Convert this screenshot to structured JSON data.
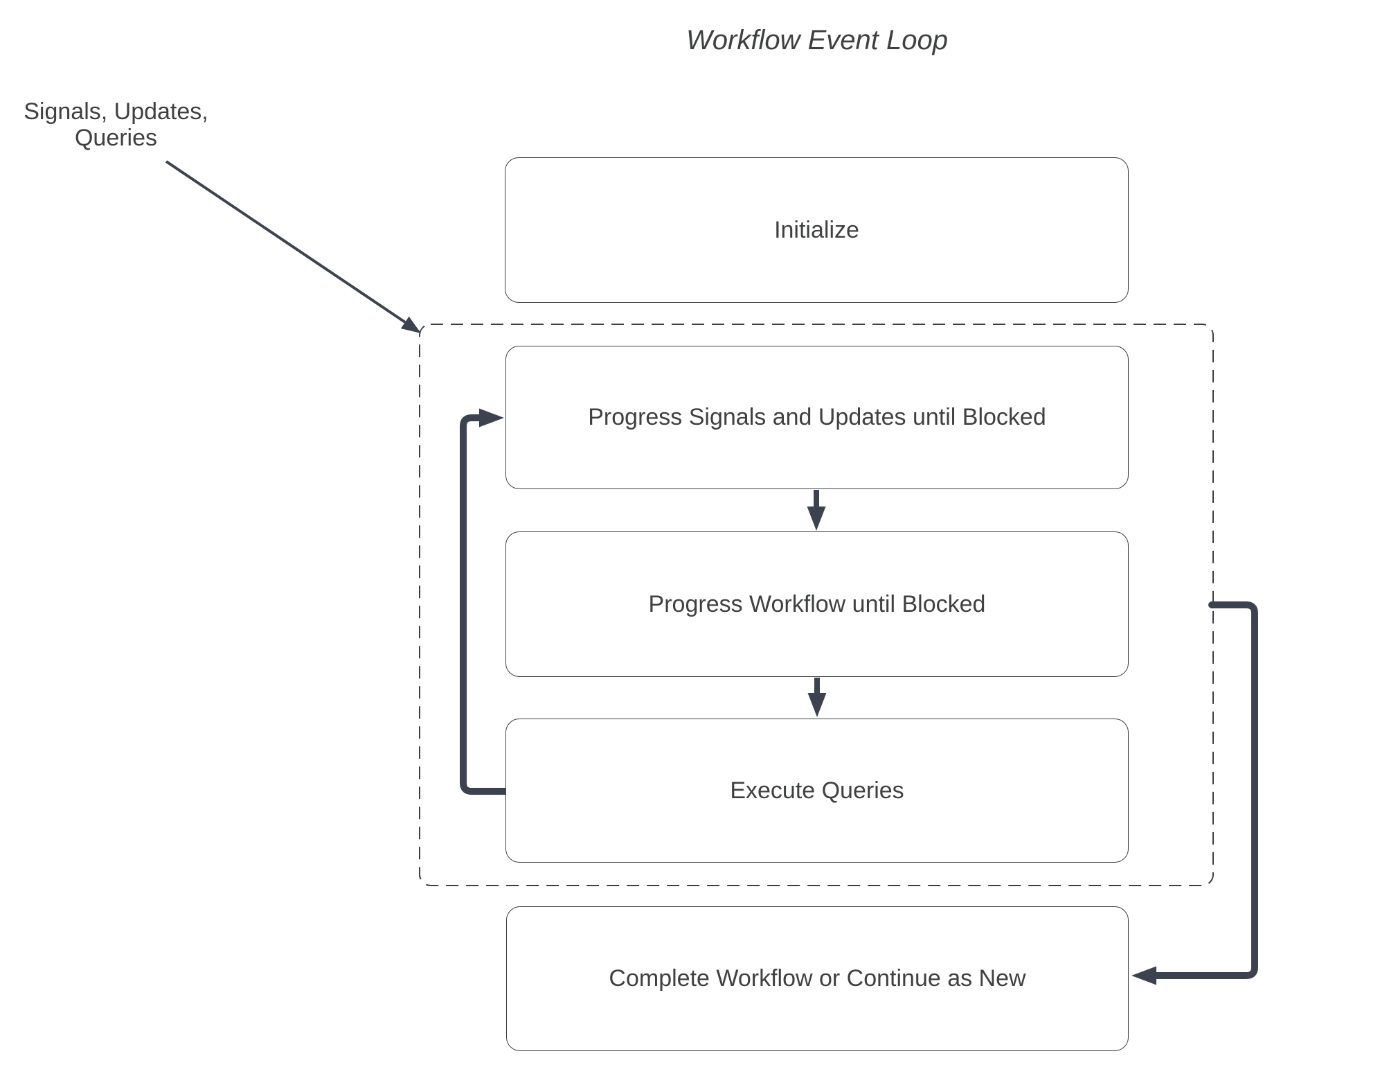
{
  "title": "Workflow Event Loop",
  "input_label": {
    "line1": "Signals, Updates,",
    "line2": "Queries"
  },
  "nodes": [
    {
      "id": "initialize",
      "label": "Initialize"
    },
    {
      "id": "progress-signals",
      "label": "Progress Signals and Updates until Blocked"
    },
    {
      "id": "progress-workflow",
      "label": "Progress Workflow until Blocked"
    },
    {
      "id": "execute-queries",
      "label": "Execute Queries"
    },
    {
      "id": "complete",
      "label": "Complete Workflow or Continue as New"
    }
  ],
  "groups": [
    {
      "id": "event-loop-group",
      "style": "dashed",
      "contains": [
        "progress-signals",
        "progress-workflow",
        "execute-queries"
      ]
    }
  ],
  "edges": [
    {
      "from": "input-label",
      "to": "event-loop-group",
      "shape": "diagonal"
    },
    {
      "from": "progress-signals",
      "to": "progress-workflow",
      "shape": "straight-down"
    },
    {
      "from": "progress-workflow",
      "to": "execute-queries",
      "shape": "straight-down"
    },
    {
      "from": "execute-queries",
      "to": "progress-signals",
      "shape": "left-loop"
    },
    {
      "from": "event-loop-group",
      "to": "complete",
      "shape": "right-elbow"
    }
  ],
  "colors": {
    "arrow": "#3c4250",
    "node_border": "#3b3e43",
    "dashed_border": "#3a3e45",
    "text": "#3f4040",
    "background": "#ffffff"
  }
}
